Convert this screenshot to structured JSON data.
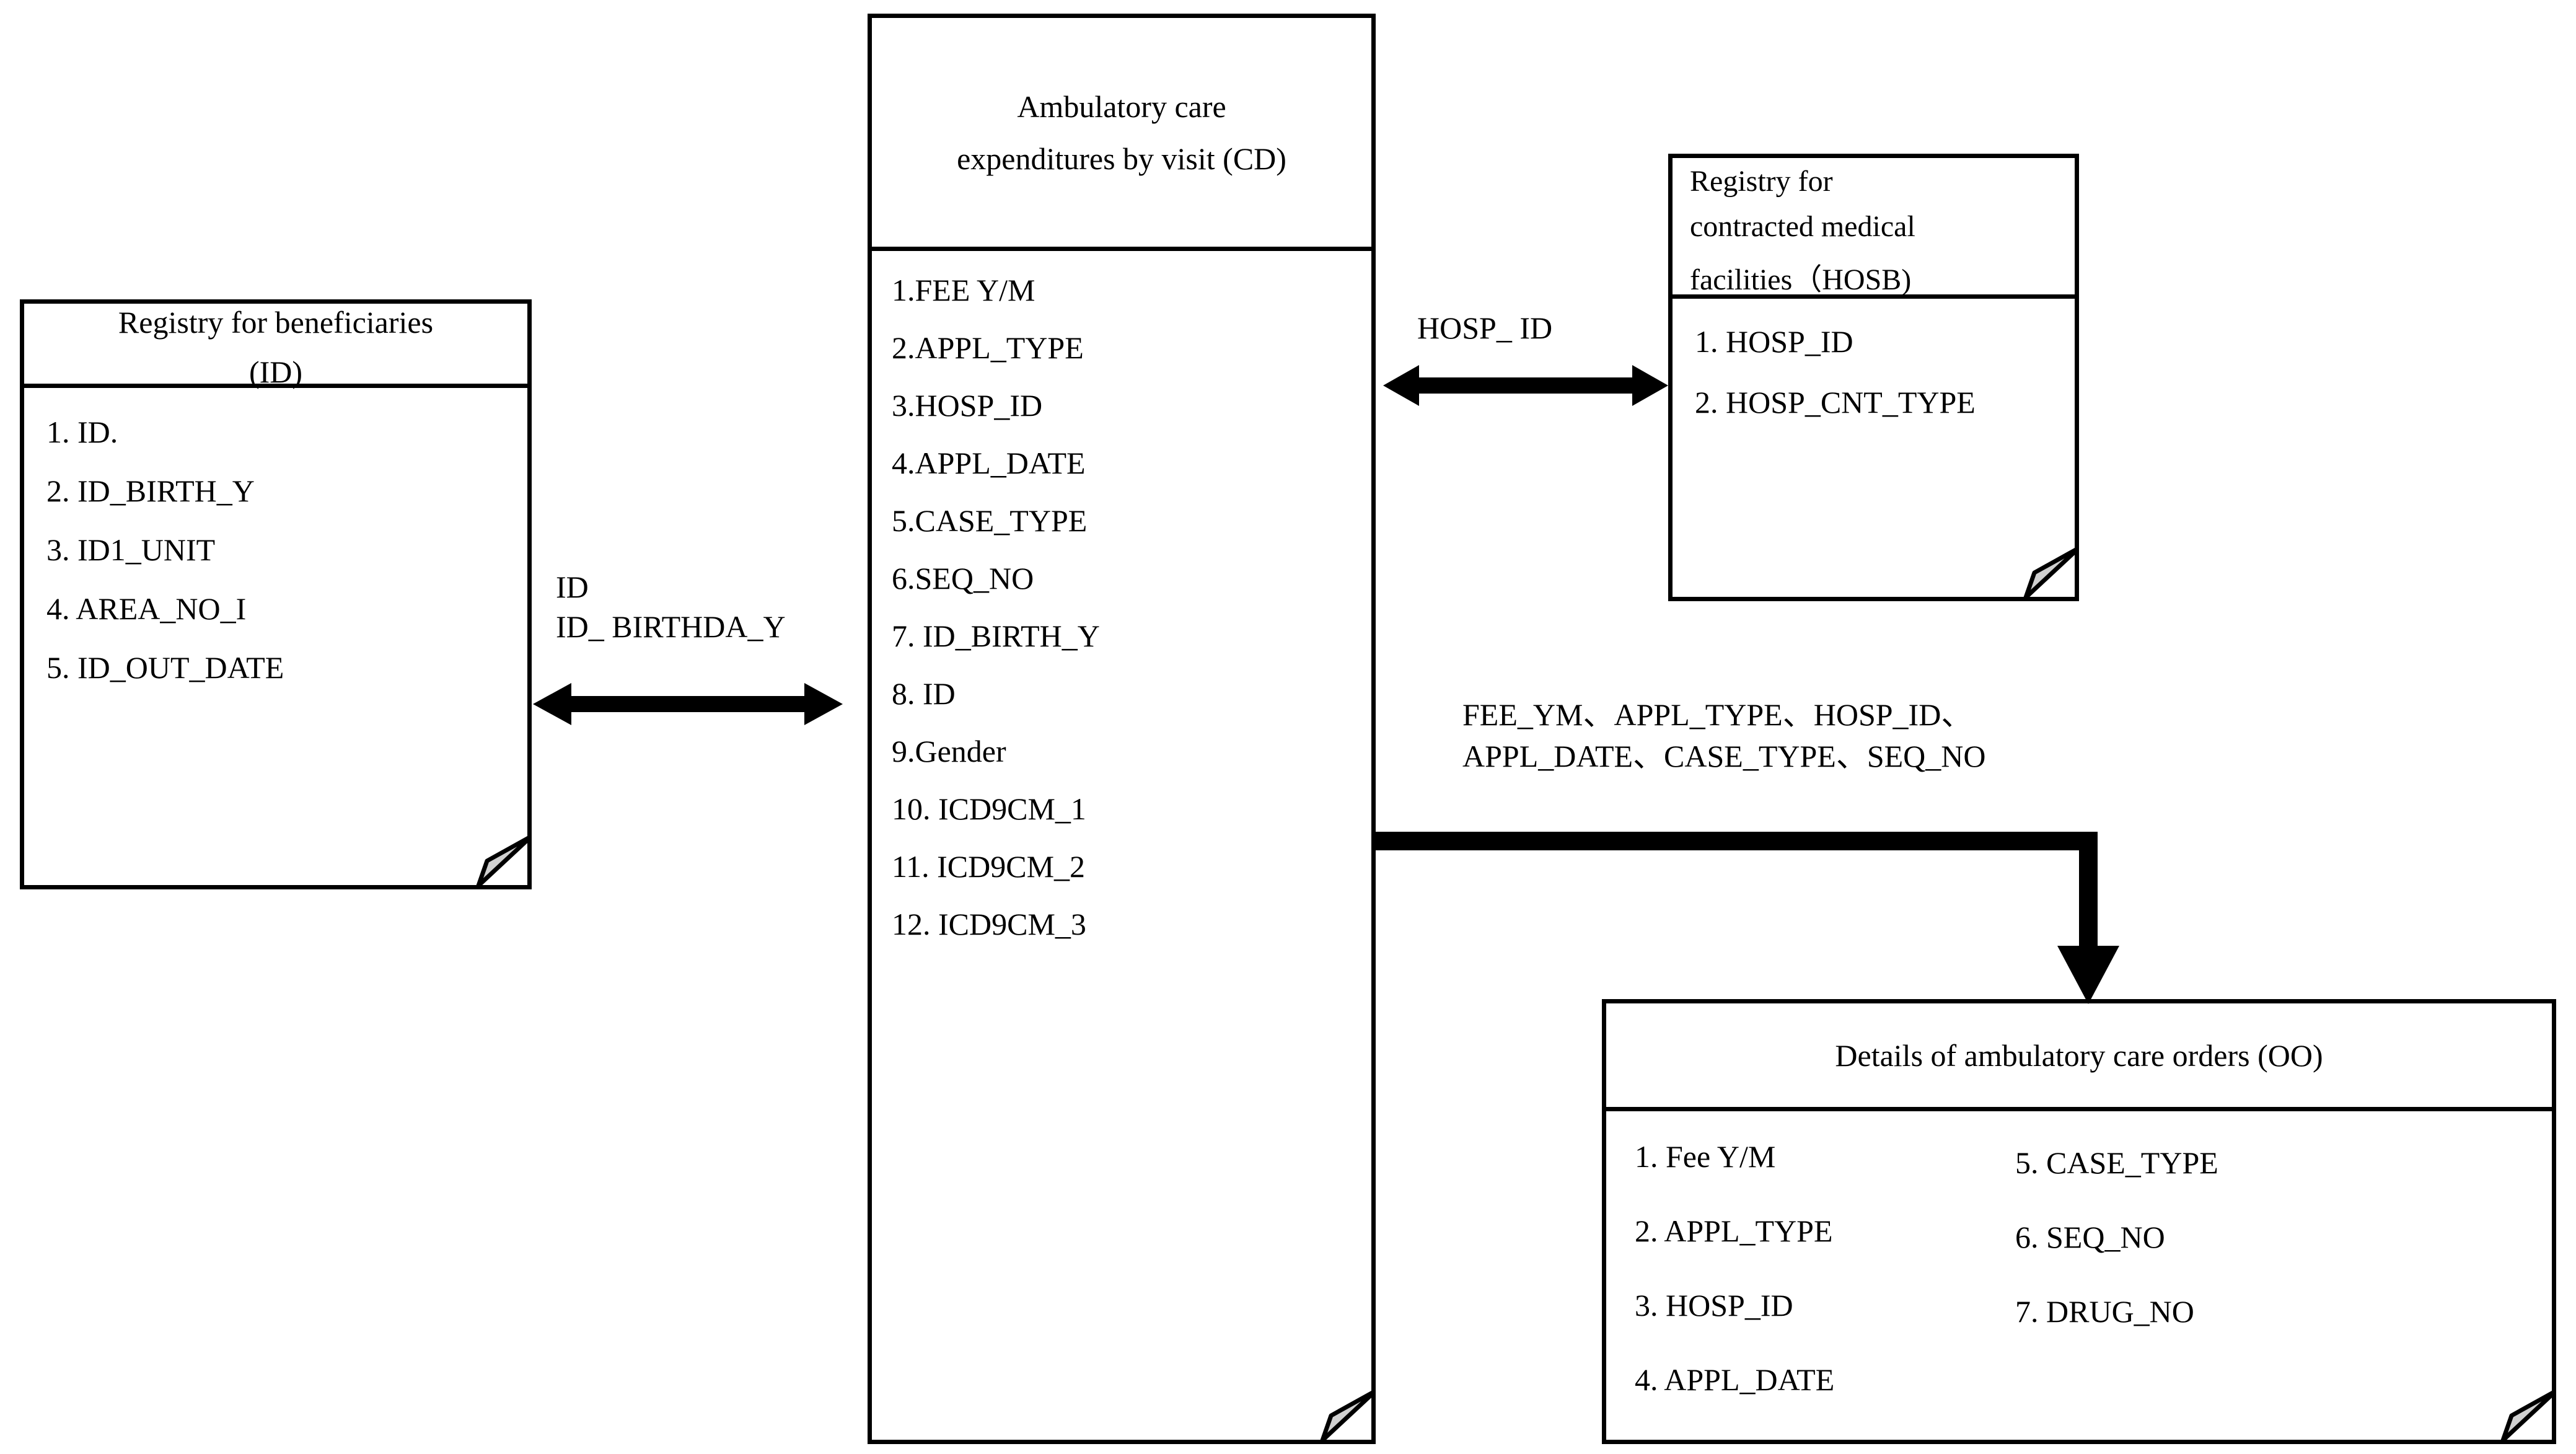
{
  "diagram": {
    "title_hidden": "",
    "entities": {
      "id_registry": {
        "title_lines": [
          "Registry for beneficiaries",
          "(ID)"
        ],
        "fields": [
          "1. ID.",
          "2. ID_BIRTH_Y",
          "3. ID1_UNIT",
          "4. AREA_NO_I",
          "5. ID_OUT_DATE"
        ]
      },
      "cd_expenditures": {
        "title_lines": [
          "Ambulatory care",
          "expenditures by visit (CD)"
        ],
        "fields": [
          "1.FEE Y/M",
          "2.APPL_TYPE",
          "3.HOSP_ID",
          "4.APPL_DATE",
          "5.CASE_TYPE",
          "6.SEQ_NO",
          "7. ID_BIRTH_Y",
          "8. ID",
          "9.Gender",
          "10. ICD9CM_1",
          "11. ICD9CM_2",
          "12. ICD9CM_3"
        ]
      },
      "hosb_registry": {
        "title_lines": [
          "Registry for",
          "contracted medical",
          "facilities（HOSB)"
        ],
        "fields": [
          "1. HOSP_ID",
          "2. HOSP_CNT_TYPE"
        ]
      },
      "oo_orders": {
        "title_lines": [
          "Details of ambulatory care orders (OO)"
        ],
        "fields_col1": [
          "1. Fee Y/M",
          "2. APPL_TYPE",
          "3. HOSP_ID",
          "4. APPL_DATE"
        ],
        "fields_col2": [
          "5. CASE_TYPE",
          "6. SEQ_NO",
          "7. DRUG_NO"
        ]
      }
    },
    "relations": {
      "id_to_cd": {
        "label_lines": [
          "ID",
          "ID_ BIRTHDA_Y"
        ],
        "arrow": "double-headed-horizontal"
      },
      "cd_to_hosb": {
        "label_lines": [
          "HOSP_ ID"
        ],
        "arrow": "double-headed-horizontal"
      },
      "cd_to_oo": {
        "label_lines": [
          "FEE_YM、APPL_TYPE、HOSP_ID、",
          "APPL_DATE、CASE_TYPE、SEQ_NO"
        ],
        "arrow": "elbow-down"
      }
    },
    "colors": {
      "stroke": "#000000",
      "fill": "#ffffff",
      "dogear_fill": "#d0d0d0"
    }
  }
}
